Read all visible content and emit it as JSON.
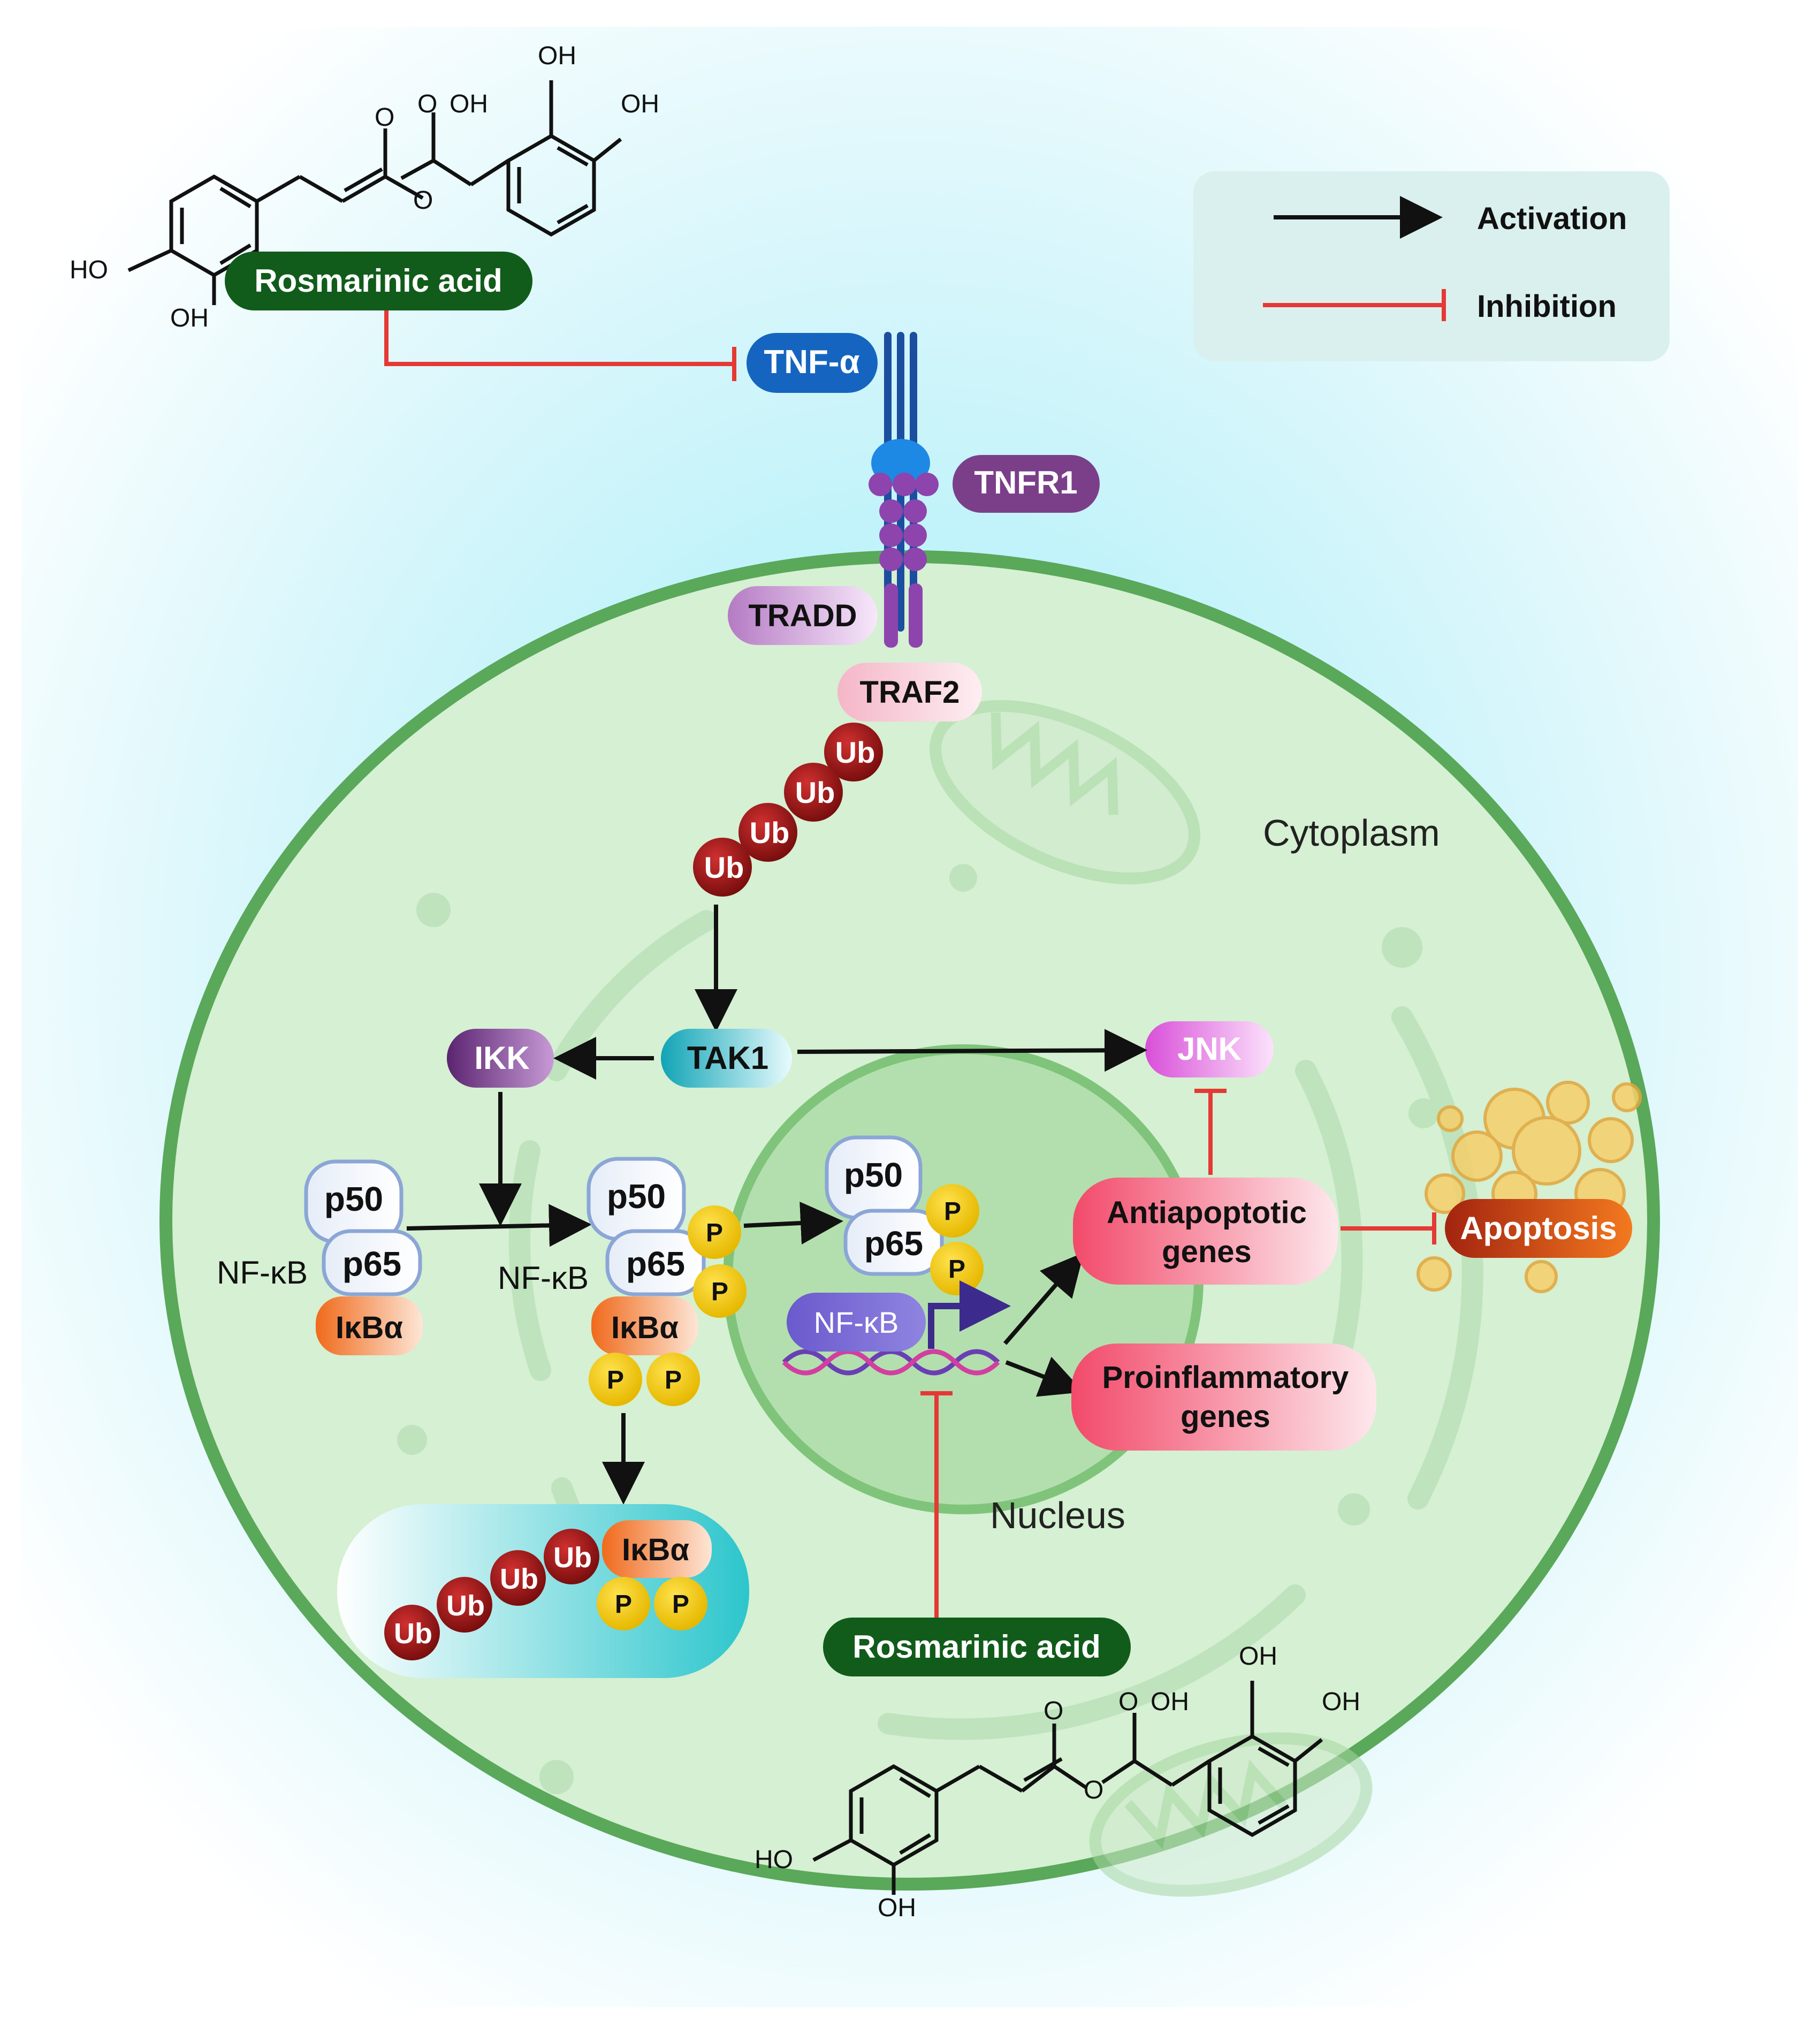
{
  "legend": {
    "activation": "Activation",
    "inhibition": "Inhibition"
  },
  "compartments": {
    "cytoplasm": "Cytoplasm",
    "nucleus": "Nucleus"
  },
  "drug": {
    "top_label": "Rosmarinic acid",
    "bottom_label": "Rosmarinic acid"
  },
  "chem": {
    "oh": "OH",
    "ho": "HO",
    "o": "O"
  },
  "receptor": {
    "ligand": "TNF-α",
    "receptor": "TNFR1",
    "adaptor1": "TRADD",
    "adaptor2": "TRAF2"
  },
  "ubiquitin": "Ub",
  "kinases": {
    "tak1": "TAK1",
    "ikk": "IKK",
    "jnk": "JNK"
  },
  "complex": {
    "p50": "p50",
    "p65": "p65",
    "ikba": "IκBα",
    "phospho": "P",
    "nfkb": "NF-κB"
  },
  "genes": {
    "anti_1": "Antiapoptotic",
    "anti_2": "genes",
    "pro_1": "Proinflammatory",
    "pro_2": "genes"
  },
  "outcome": "Apoptosis",
  "colors": {
    "drug": "#115c1b",
    "tnf": "#1565c0",
    "tnfr1": "#7b3f8a",
    "tak1": "#17a9b8",
    "ikk": "#6a2c7a",
    "jnk": "#e071e0",
    "ub": "#9b1b1b",
    "phospho": "#f5c800",
    "inhibition": "#e53935",
    "activation": "#111111",
    "cell": "#d5f0d2",
    "membrane": "#5aa85a"
  }
}
